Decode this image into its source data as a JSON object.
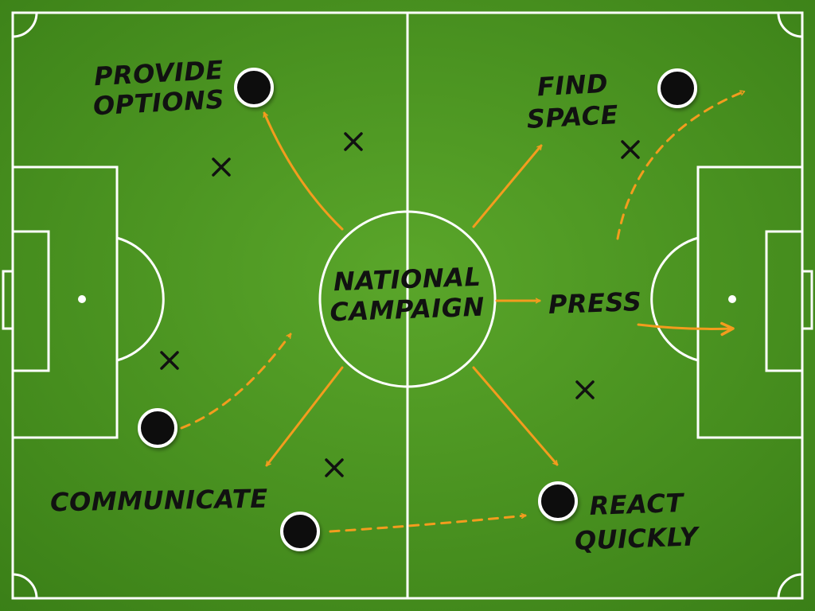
{
  "colors": {
    "pitch_light": "#5aa62a",
    "pitch_dark": "#3a7f17",
    "line": "#ffffff",
    "arrow": "#f39c1e",
    "player": "#0b0b0b",
    "player_ring": "#ffffff",
    "marker": "#111111",
    "text": "#111111"
  },
  "diagram": {
    "center_label": [
      "NATIONAL",
      "CAMPAIGN"
    ],
    "provide_options": [
      "PROVIDE",
      "OPTIONS"
    ],
    "find_space": [
      "FIND",
      "SPACE"
    ],
    "press": "PRESS",
    "communicate": "COMMUNICATE",
    "react_quickly": [
      "REACT",
      "QUICKLY"
    ]
  },
  "icons": {
    "player": "player-dot-icon",
    "opponent": "x-marker-icon",
    "arrow": "arrow-icon"
  }
}
